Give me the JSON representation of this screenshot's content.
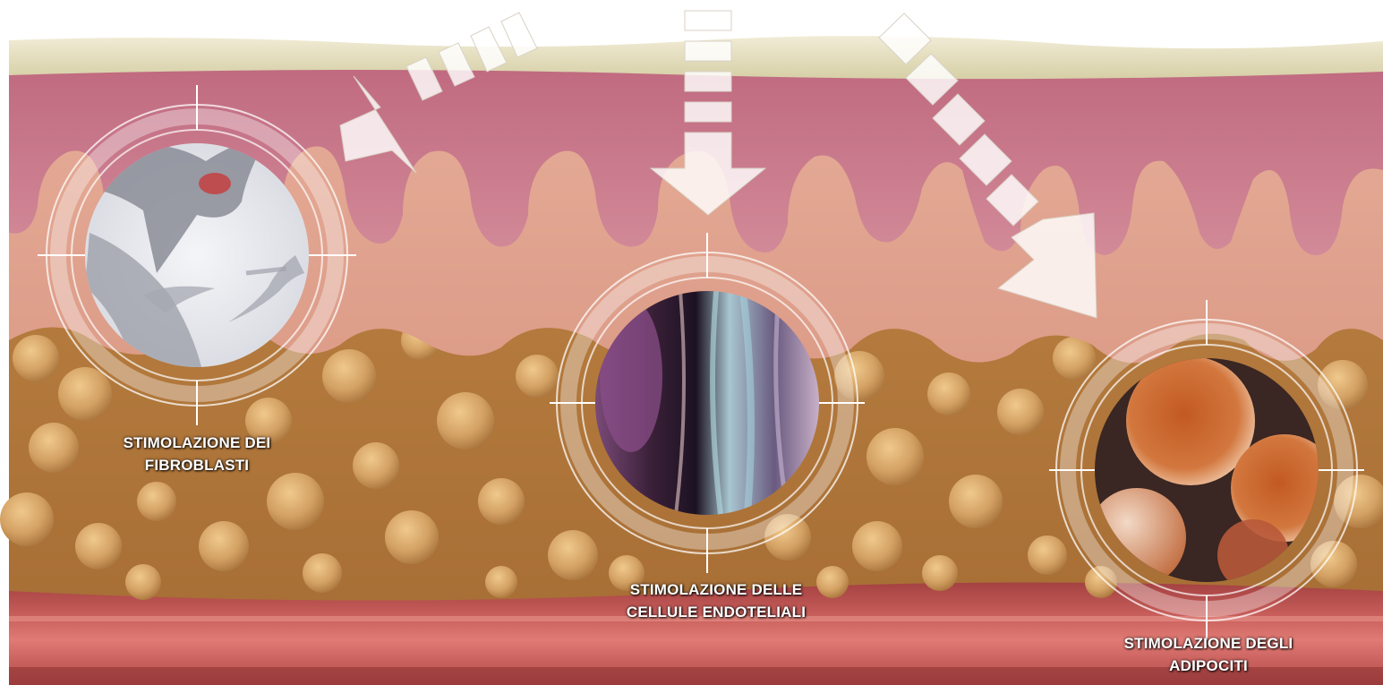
{
  "colors": {
    "epidermis": "#e6e0c4",
    "dermis": "#c8758a",
    "papillary_dermis": "#e4a892",
    "fat_layer": "#c58c48",
    "fat_cell": "#d8a465",
    "muscle": "#b85555",
    "arrow": "#ffffff"
  },
  "targets": [
    {
      "id": "fibroblasti",
      "icon": "fibroblast-cell-icon",
      "caption_lines": [
        "STIMOLAZIONE DEI",
        "FIBROBLASTI"
      ]
    },
    {
      "id": "endoteliali",
      "icon": "endothelial-cell-icon",
      "caption_lines": [
        "STIMOLAZIONE DELLE",
        "CELLULE ENDOTELIALI"
      ]
    },
    {
      "id": "adipociti",
      "icon": "adipocyte-cell-icon",
      "caption_lines": [
        "STIMOLAZIONE DEGLI",
        "ADIPOCITI"
      ]
    }
  ]
}
